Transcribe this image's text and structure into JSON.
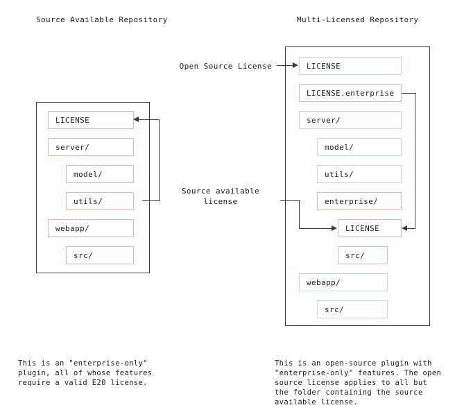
{
  "titles": {
    "left": "Source Available Repository",
    "right": "Multi-Licensed Repository"
  },
  "labels": {
    "open_source_license": "Open Source License",
    "source_available_license_line1": "Source available",
    "source_available_license_line2": "license"
  },
  "colors": {
    "enterprise_border": "#f0aeae",
    "open_source_border": "#b9dfd1",
    "container_border": "#3a3a3a",
    "connector": "#3a3a3a",
    "text": "#1a1a1a",
    "background": "#ffffff"
  },
  "left_repo": {
    "nodes": [
      {
        "label": "LICENSE",
        "kind": "enterprise",
        "depth": 0
      },
      {
        "label": "server/",
        "kind": "enterprise",
        "depth": 0
      },
      {
        "label": "model/",
        "kind": "enterprise",
        "depth": 1
      },
      {
        "label": "utils/",
        "kind": "enterprise",
        "depth": 1
      },
      {
        "label": "webapp/",
        "kind": "enterprise",
        "depth": 0
      },
      {
        "label": "src/",
        "kind": "enterprise",
        "depth": 1
      }
    ]
  },
  "right_repo": {
    "nodes": [
      {
        "label": "LICENSE",
        "kind": "open-source",
        "depth": 0
      },
      {
        "label": "LICENSE.enterprise",
        "kind": "enterprise",
        "depth": 0
      },
      {
        "label": "server/",
        "kind": "open-source",
        "depth": 0
      },
      {
        "label": "model/",
        "kind": "open-source",
        "depth": 1
      },
      {
        "label": "utils/",
        "kind": "open-source",
        "depth": 1
      },
      {
        "label": "enterprise/",
        "kind": "enterprise",
        "depth": 1
      },
      {
        "label": "LICENSE",
        "kind": "enterprise",
        "depth": 2
      },
      {
        "label": "src/",
        "kind": "enterprise",
        "depth": 2
      },
      {
        "label": "webapp/",
        "kind": "open-source",
        "depth": 0
      },
      {
        "label": "src/",
        "kind": "open-source",
        "depth": 1
      }
    ]
  },
  "captions": {
    "left": "This is an \"enterprise-only\"\nplugin, all of whose features\nrequire a valid E20 license.",
    "right": "This is an open-source plugin with\n\"enterprise-only\" features. The open\nsource license applies to all but\nthe folder containing the source\navailable license."
  }
}
